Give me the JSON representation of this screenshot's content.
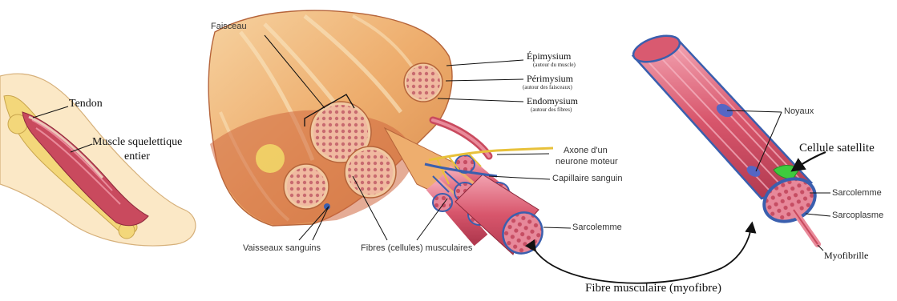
{
  "labels": {
    "tendon": "Tendon",
    "muscle_line1": "Muscle squelettique",
    "muscle_line2": "entier",
    "faisceau": "Faisceau",
    "epimysium": "Épimysium",
    "epimysium_sub": "(autour du muscle)",
    "perimysium": "Périmysium",
    "perimysium_sub": "(autour des faisceaux)",
    "endomysium": "Endomysium",
    "endomysium_sub": "(autour des fibres)",
    "axone_line1": "Axone d'un",
    "axone_line2": "neurone moteur",
    "capillaire": "Capillaire sanguin",
    "sarcolemme_left": "Sarcolemme",
    "vaisseaux": "Vaisseaux sanguins",
    "fibres": "Fibres (cellules) musculaires",
    "noyaux": "Noyaux",
    "cellule_satellite": "Cellule satellite",
    "sarcolemme_right": "Sarcolemme",
    "sarcoplasme": "Sarcoplasme",
    "myofibrille": "Myofibrille",
    "fibre_musculaire": "Fibre musculaire (myofibre)"
  },
  "colors": {
    "muscle_red": "#c94a5e",
    "muscle_pink": "#e98a9a",
    "tissue_orange": "#e9a86a",
    "tissue_light": "#f6d2a0",
    "bone_yellow": "#f3d77a",
    "vessel_blue": "#3a5fae",
    "satellite_green": "#3ecb3e"
  }
}
